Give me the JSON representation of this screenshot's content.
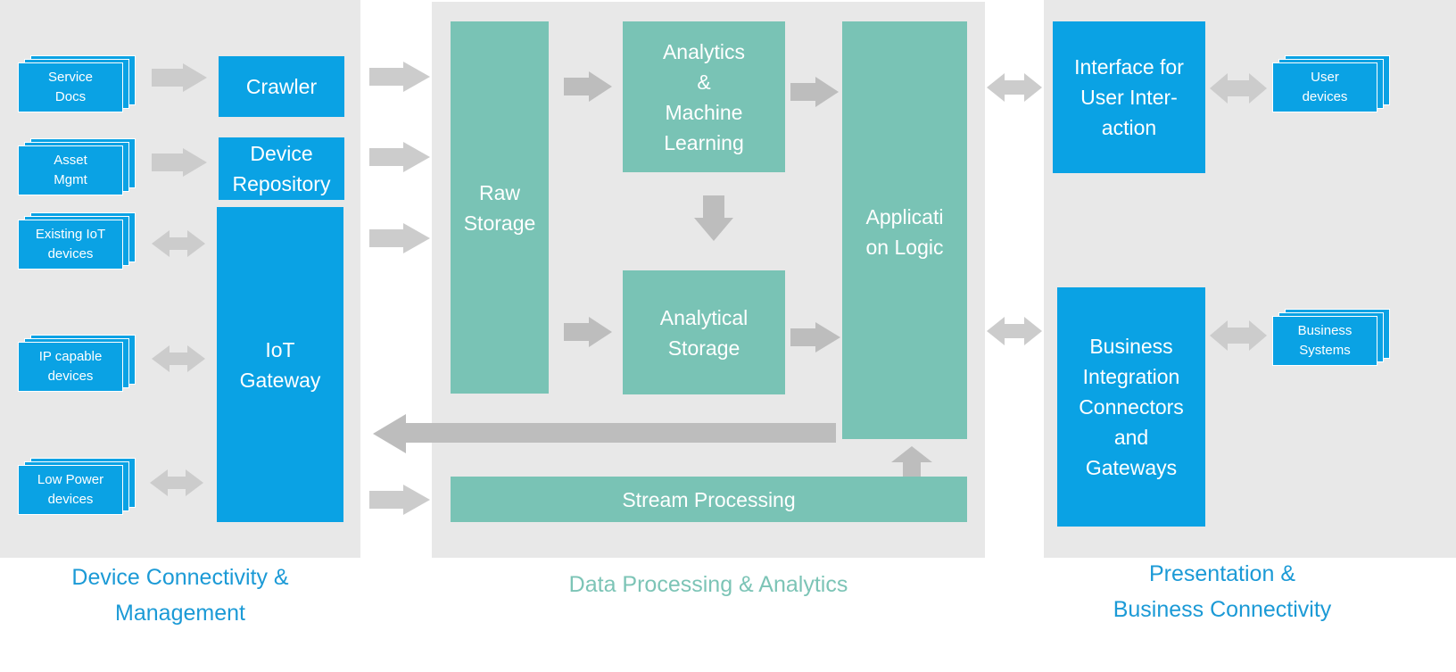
{
  "colors": {
    "panel_bg": "#e8e8e8",
    "blue_box": "#0aa2e4",
    "teal_box": "#79c3b5",
    "arrow_gray": "#cccccc",
    "arrow_dark_gray": "#bdbdbd"
  },
  "sources": [
    {
      "line1": "Service",
      "line2": "Docs"
    },
    {
      "line1": "Asset",
      "line2": "Mgmt"
    },
    {
      "line1": "Existing IoT",
      "line2": "devices"
    },
    {
      "line1": "IP capable",
      "line2": "devices"
    },
    {
      "line1": "Low Power",
      "line2": "devices"
    }
  ],
  "device_layer": {
    "crawler": "Crawler",
    "device_repository": {
      "line1": "Device",
      "line2": "Repository"
    },
    "iot_gateway": {
      "line1": "IoT",
      "line2": "Gateway"
    }
  },
  "processing_layer": {
    "raw_storage": {
      "line1": "Raw",
      "line2": "Storage"
    },
    "analytics_ml": {
      "line1": "Analytics",
      "line2": "&",
      "line3": "Machine",
      "line4": "Learning"
    },
    "analytical_storage": {
      "line1": "Analytical",
      "line2": "Storage"
    },
    "application_logic": {
      "line1": "Applicati",
      "line2": "on Logic"
    },
    "stream_processing": "Stream Processing"
  },
  "presentation_layer": {
    "user_interface": {
      "line1": "Interface for",
      "line2": "User Inter-",
      "line3": "action"
    },
    "business_integration": {
      "line1": "Business",
      "line2": "Integration",
      "line3": "Connectors",
      "line4": "and",
      "line5": "Gateways"
    }
  },
  "targets": [
    {
      "line1": "User",
      "line2": "devices"
    },
    {
      "line1": "Business",
      "line2": "Systems"
    }
  ],
  "captions": {
    "device": {
      "line1": "Device Connectivity &",
      "line2": "Management",
      "color": "#1b9ad6"
    },
    "processing": {
      "line1": "Data Processing & Analytics",
      "color": "#7cc4b6"
    },
    "presentation": {
      "line1": "Presentation &",
      "line2": "Business Connectivity",
      "color": "#1b9ad6"
    }
  }
}
